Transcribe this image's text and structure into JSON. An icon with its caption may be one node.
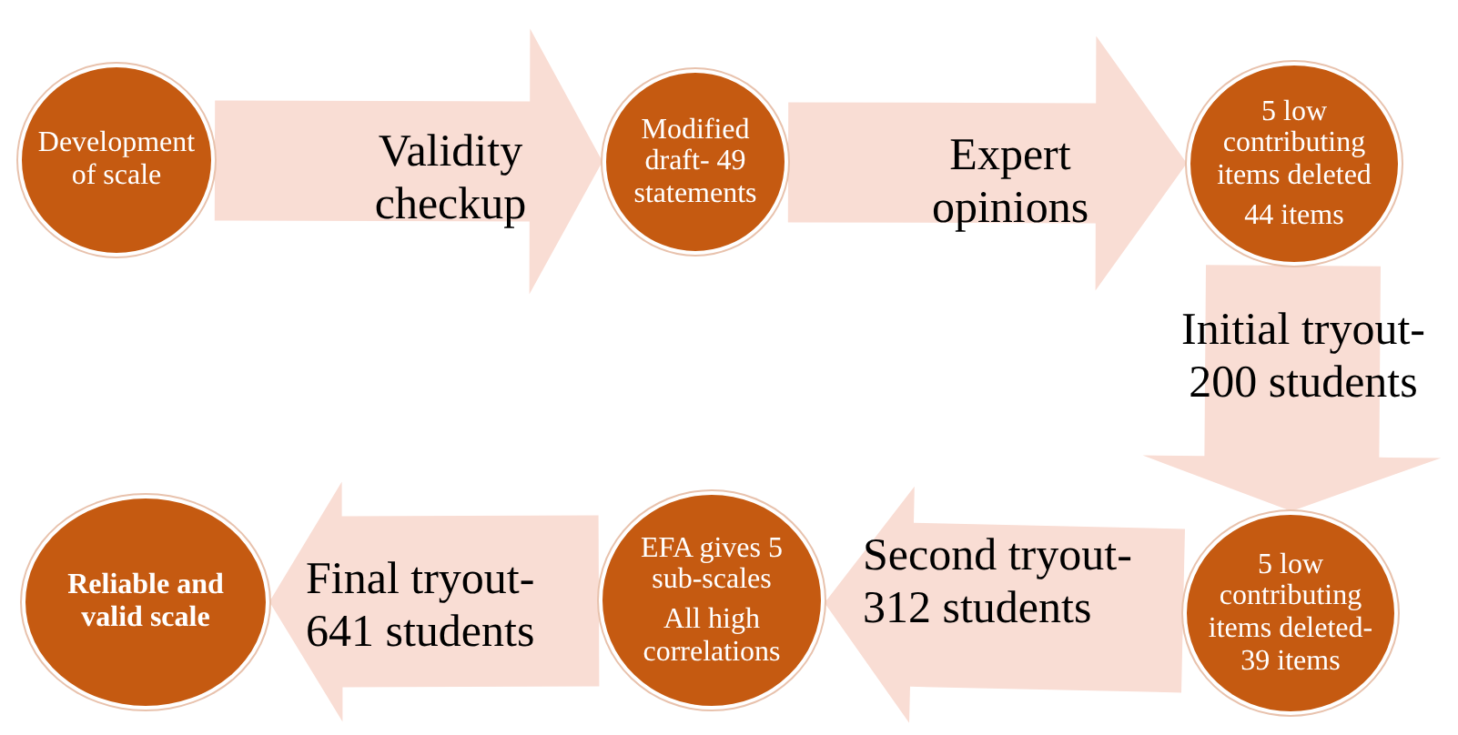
{
  "diagram": {
    "nodes": [
      {
        "text": [
          "Development of scale"
        ]
      },
      {
        "text": [
          "Modified draft- 49 statements"
        ]
      },
      {
        "text": [
          "5 low contributing items deleted",
          "44 items"
        ]
      },
      {
        "text": [
          "5 low contributing items deleted- 39 items"
        ]
      },
      {
        "text": [
          "EFA gives 5 sub-scales",
          "All high correlations"
        ]
      },
      {
        "text": [
          "Reliable and valid scale"
        ]
      }
    ],
    "edges": [
      {
        "from": 0,
        "to": 1,
        "arrow": "to",
        "label": "Validity checkup"
      },
      {
        "from": 1,
        "to": 2,
        "arrow": "to",
        "label": "Expert opinions"
      },
      {
        "from": 2,
        "to": 3,
        "arrow": "to",
        "label": "Initial tryout- 200 students"
      },
      {
        "from": 3,
        "to": 4,
        "arrow": "to",
        "label": "Second tryout- 312 students"
      },
      {
        "from": 4,
        "to": 5,
        "arrow": "to",
        "label": "Final tryout- 641 students"
      }
    ]
  }
}
